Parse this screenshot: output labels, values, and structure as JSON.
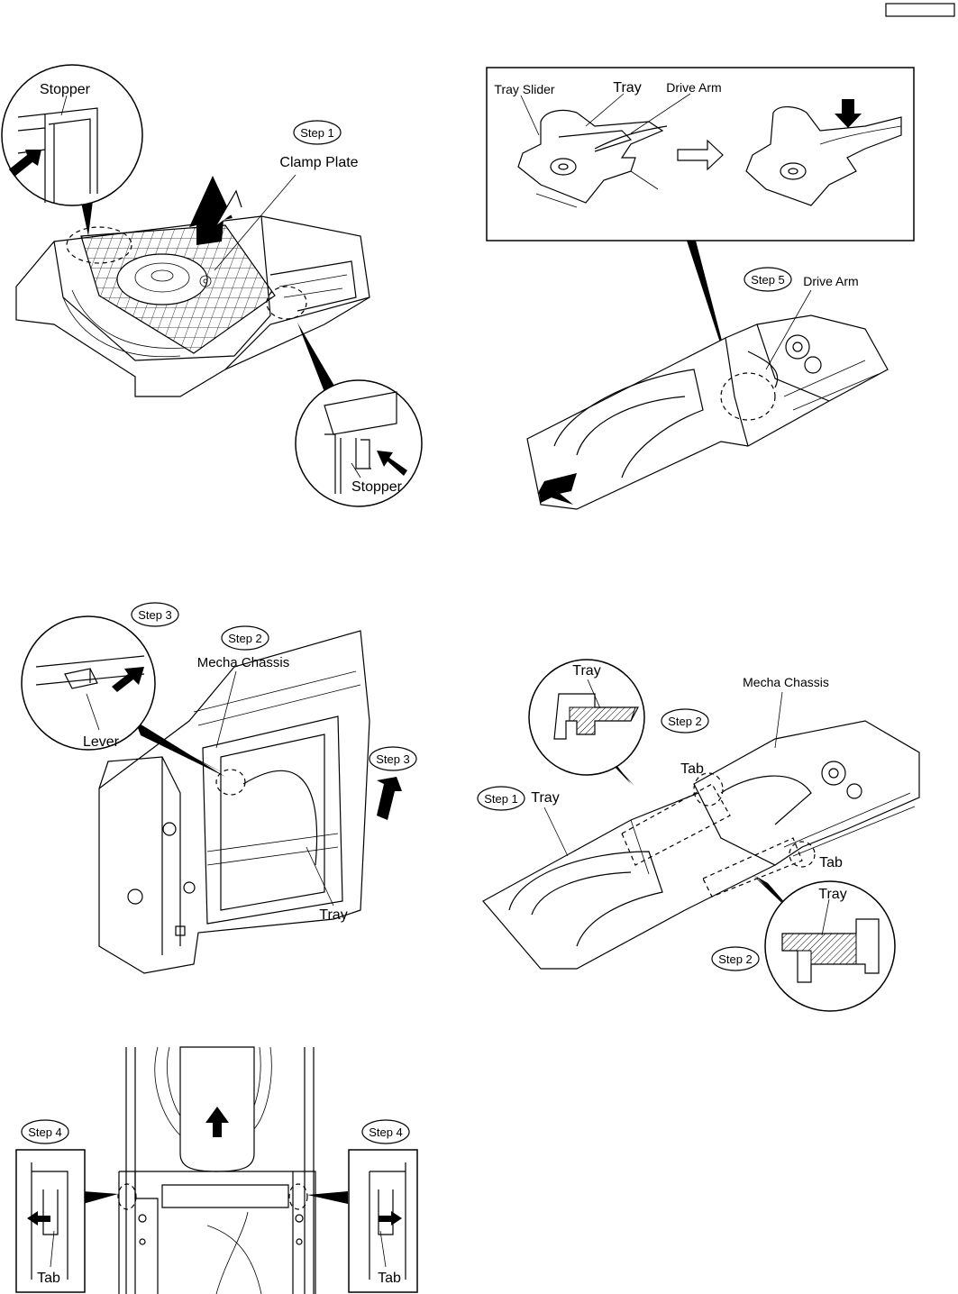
{
  "page_ref": "",
  "panel1": {
    "step_label": "Step 1",
    "clamp_plate": "Clamp Plate",
    "stopper_top": "Stopper",
    "stopper_bottom": "Stopper"
  },
  "panel2": {
    "tray_slider": "Tray Slider",
    "tray": "Tray",
    "drive_arm_top": "Drive Arm",
    "step_label": "Step 5",
    "drive_arm": "Drive Arm"
  },
  "panel3": {
    "step3_top": "Step 3",
    "step2": "Step 2",
    "mecha_chassis": "Mecha Chassis",
    "lever": "Lever",
    "step3_right": "Step 3",
    "tray": "Tray"
  },
  "panel4": {
    "tray_circle_top": "Tray",
    "mecha_chassis": "Mecha Chassis",
    "step2_top": "Step 2",
    "tab_top": "Tab",
    "step1": "Step 1",
    "tray": "Tray",
    "tab_bottom": "Tab",
    "tray_circle_bottom": "Tray",
    "step2_bottom": "Step 2"
  },
  "panel5": {
    "step4_left": "Step 4",
    "step4_right": "Step 4",
    "tab_left": "Tab",
    "tab_right": "Tab"
  }
}
